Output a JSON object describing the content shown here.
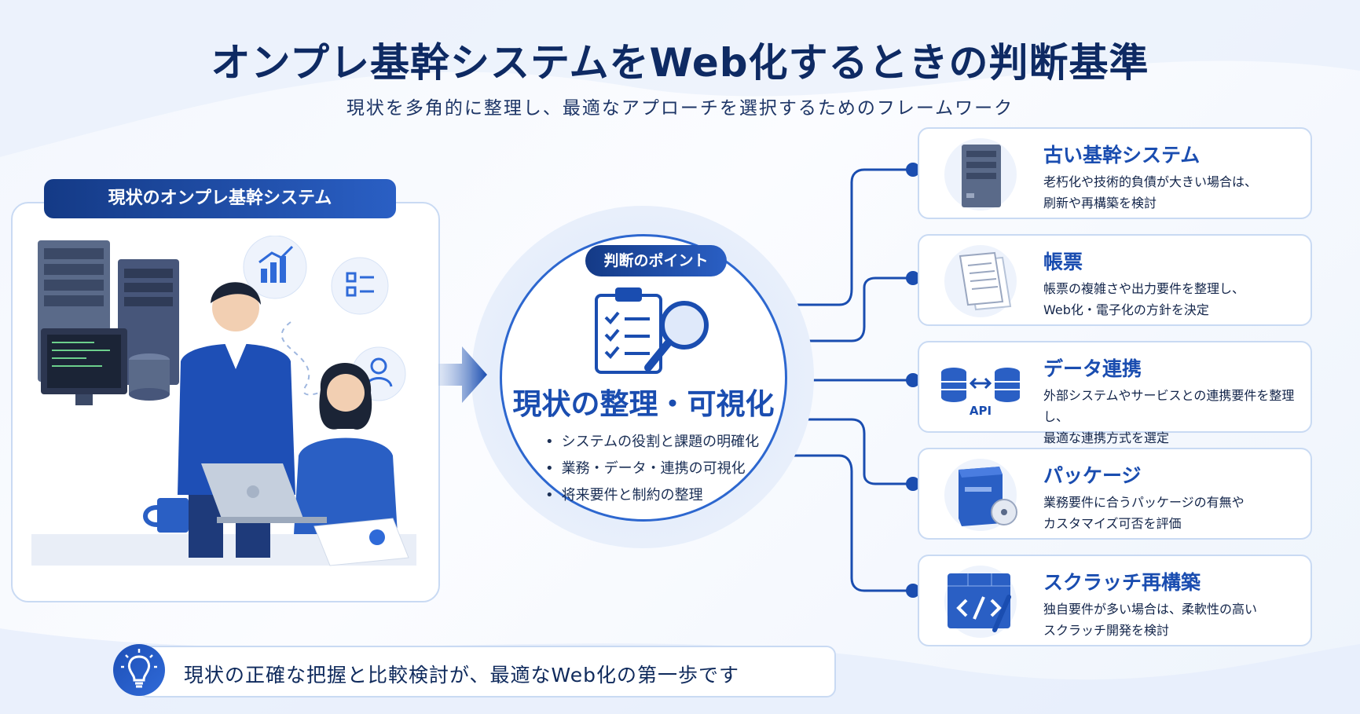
{
  "title": "オンプレ基幹システムをWeb化するときの判断基準",
  "subtitle": "現状を多角的に整理し、最適なアプローチを選択するためのフレームワーク",
  "left": {
    "header": "現状のオンプレ基幹システム"
  },
  "center": {
    "pill": "判断のポイント",
    "title": "現状の整理・可視化",
    "bullets": [
      "システムの役割と課題の明確化",
      "業務・データ・連携の可視化",
      "将来要件と制約の整理"
    ]
  },
  "cards": [
    {
      "icon": "server-tower-icon",
      "title": "古い基幹システム",
      "desc": "老朽化や技術的負債が大きい場合は、\n刷新や再構築を検討"
    },
    {
      "icon": "documents-icon",
      "title": "帳票",
      "desc": "帳票の複雑さや出力要件を整理し、\nWeb化・電子化の方針を決定"
    },
    {
      "icon": "database-api-icon",
      "api_label": "API",
      "title": "データ連携",
      "desc": "外部システムやサービスとの連携要件を整理し、\n最適な連携方式を選定"
    },
    {
      "icon": "package-box-icon",
      "title": "パッケージ",
      "desc": "業務要件に合うパッケージの有無や\nカスタマイズ可否を評価"
    },
    {
      "icon": "code-blueprint-icon",
      "title": "スクラッチ再構築",
      "desc": "独自要件が多い場合は、柔軟性の高い\nスクラッチ開発を検討"
    }
  ],
  "footer": {
    "icon": "lightbulb-icon",
    "text": "現状の正確な把握と比較検討が、最適なWeb化の第一歩です"
  },
  "colors": {
    "navy": "#0e2a63",
    "accent": "#1a4db0",
    "border": "#c9daf3"
  }
}
